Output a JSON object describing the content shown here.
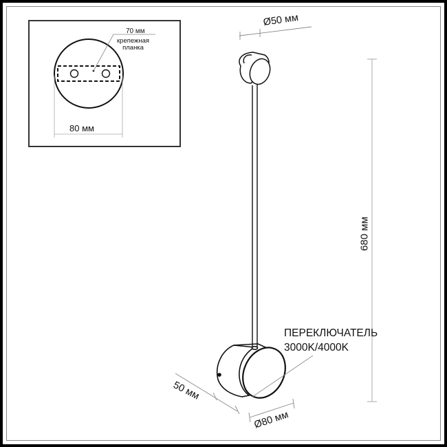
{
  "diagram": {
    "type": "technical dimension drawing",
    "inset": {
      "bracket_label": "70 мм",
      "plate_label_line1": "крепежная",
      "plate_label_line2": "планка",
      "width_label": "80 мм"
    },
    "main": {
      "top_diameter_label": "Ø50 мм",
      "height_label": "680 мм",
      "switch_label": "ПЕРЕКЛЮЧАТЕЛЬ",
      "color_temp_label": "3000K/4000K",
      "depth_label": "50 мм",
      "bottom_diameter_label": "Ø80 мм"
    },
    "colors": {
      "frame": "#000000",
      "line": "#111111",
      "dimension_line": "#9a9a9a",
      "background": "#ffffff"
    }
  }
}
